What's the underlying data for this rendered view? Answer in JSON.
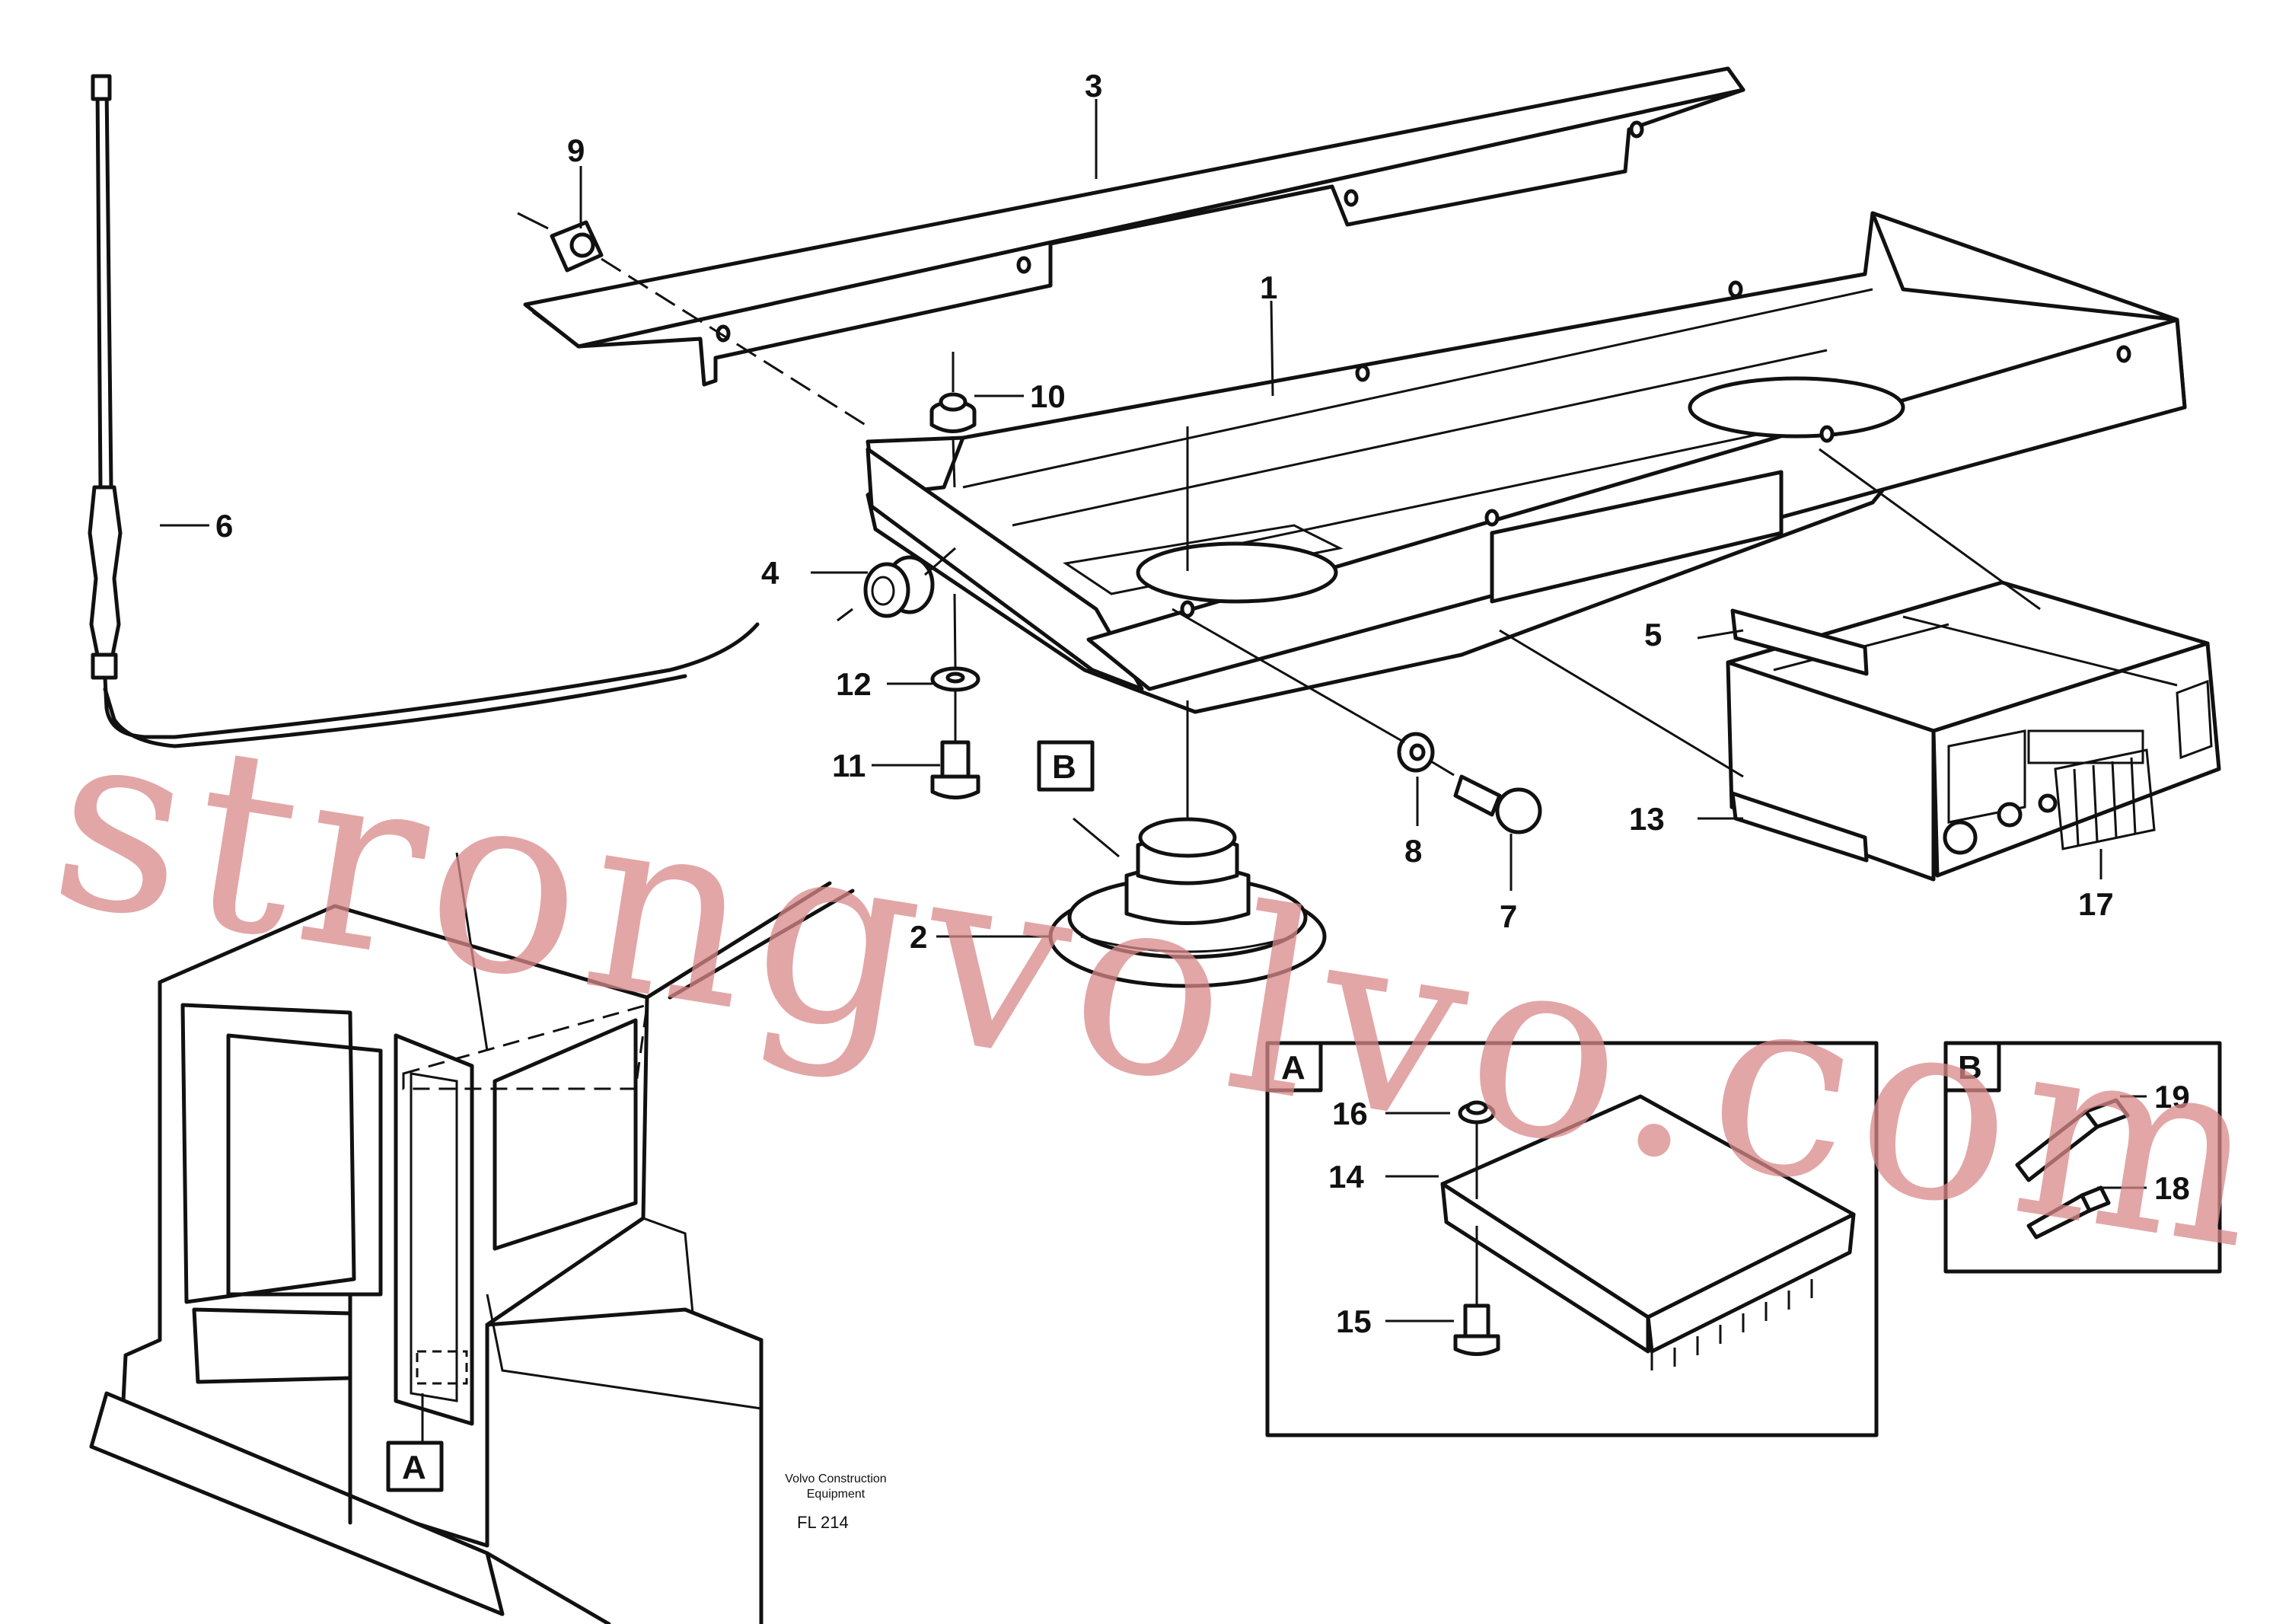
{
  "callouts": {
    "c1": "1",
    "c2": "2",
    "c3": "3",
    "c4": "4",
    "c5": "5",
    "c6": "6",
    "c7": "7",
    "c8": "8",
    "c9": "9",
    "c10": "10",
    "c11": "11",
    "c12": "12",
    "c13": "13",
    "c14": "14",
    "c15": "15",
    "c16": "16",
    "c17": "17",
    "c18": "18",
    "c19": "19"
  },
  "detail_labels": {
    "a": "A",
    "b": "B"
  },
  "footer": {
    "line1": "Volvo Construction",
    "line2": "Equipment",
    "code": "FL 214"
  },
  "watermark": "strongvolvo.com",
  "colors": {
    "ink": "#111111",
    "watermark": "#d88888",
    "background": "#ffffff"
  }
}
